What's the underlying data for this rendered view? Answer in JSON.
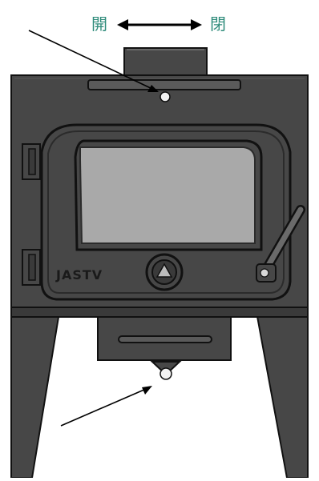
{
  "labels": {
    "open": "開",
    "close": "閉"
  },
  "brand": "JASTV",
  "colors": {
    "label": "#2e8b7a",
    "body": "#474747",
    "body_dark": "#2b2b2b",
    "edge": "#111111",
    "glass": "#a9a9a9",
    "brand_text": "#1a1a1a",
    "knob": "#f2f2f2",
    "arrow": "#000000"
  },
  "icons": {
    "double_arrow": "double-headed-arrow-icon",
    "pointer_arrow": "arrow-icon"
  }
}
